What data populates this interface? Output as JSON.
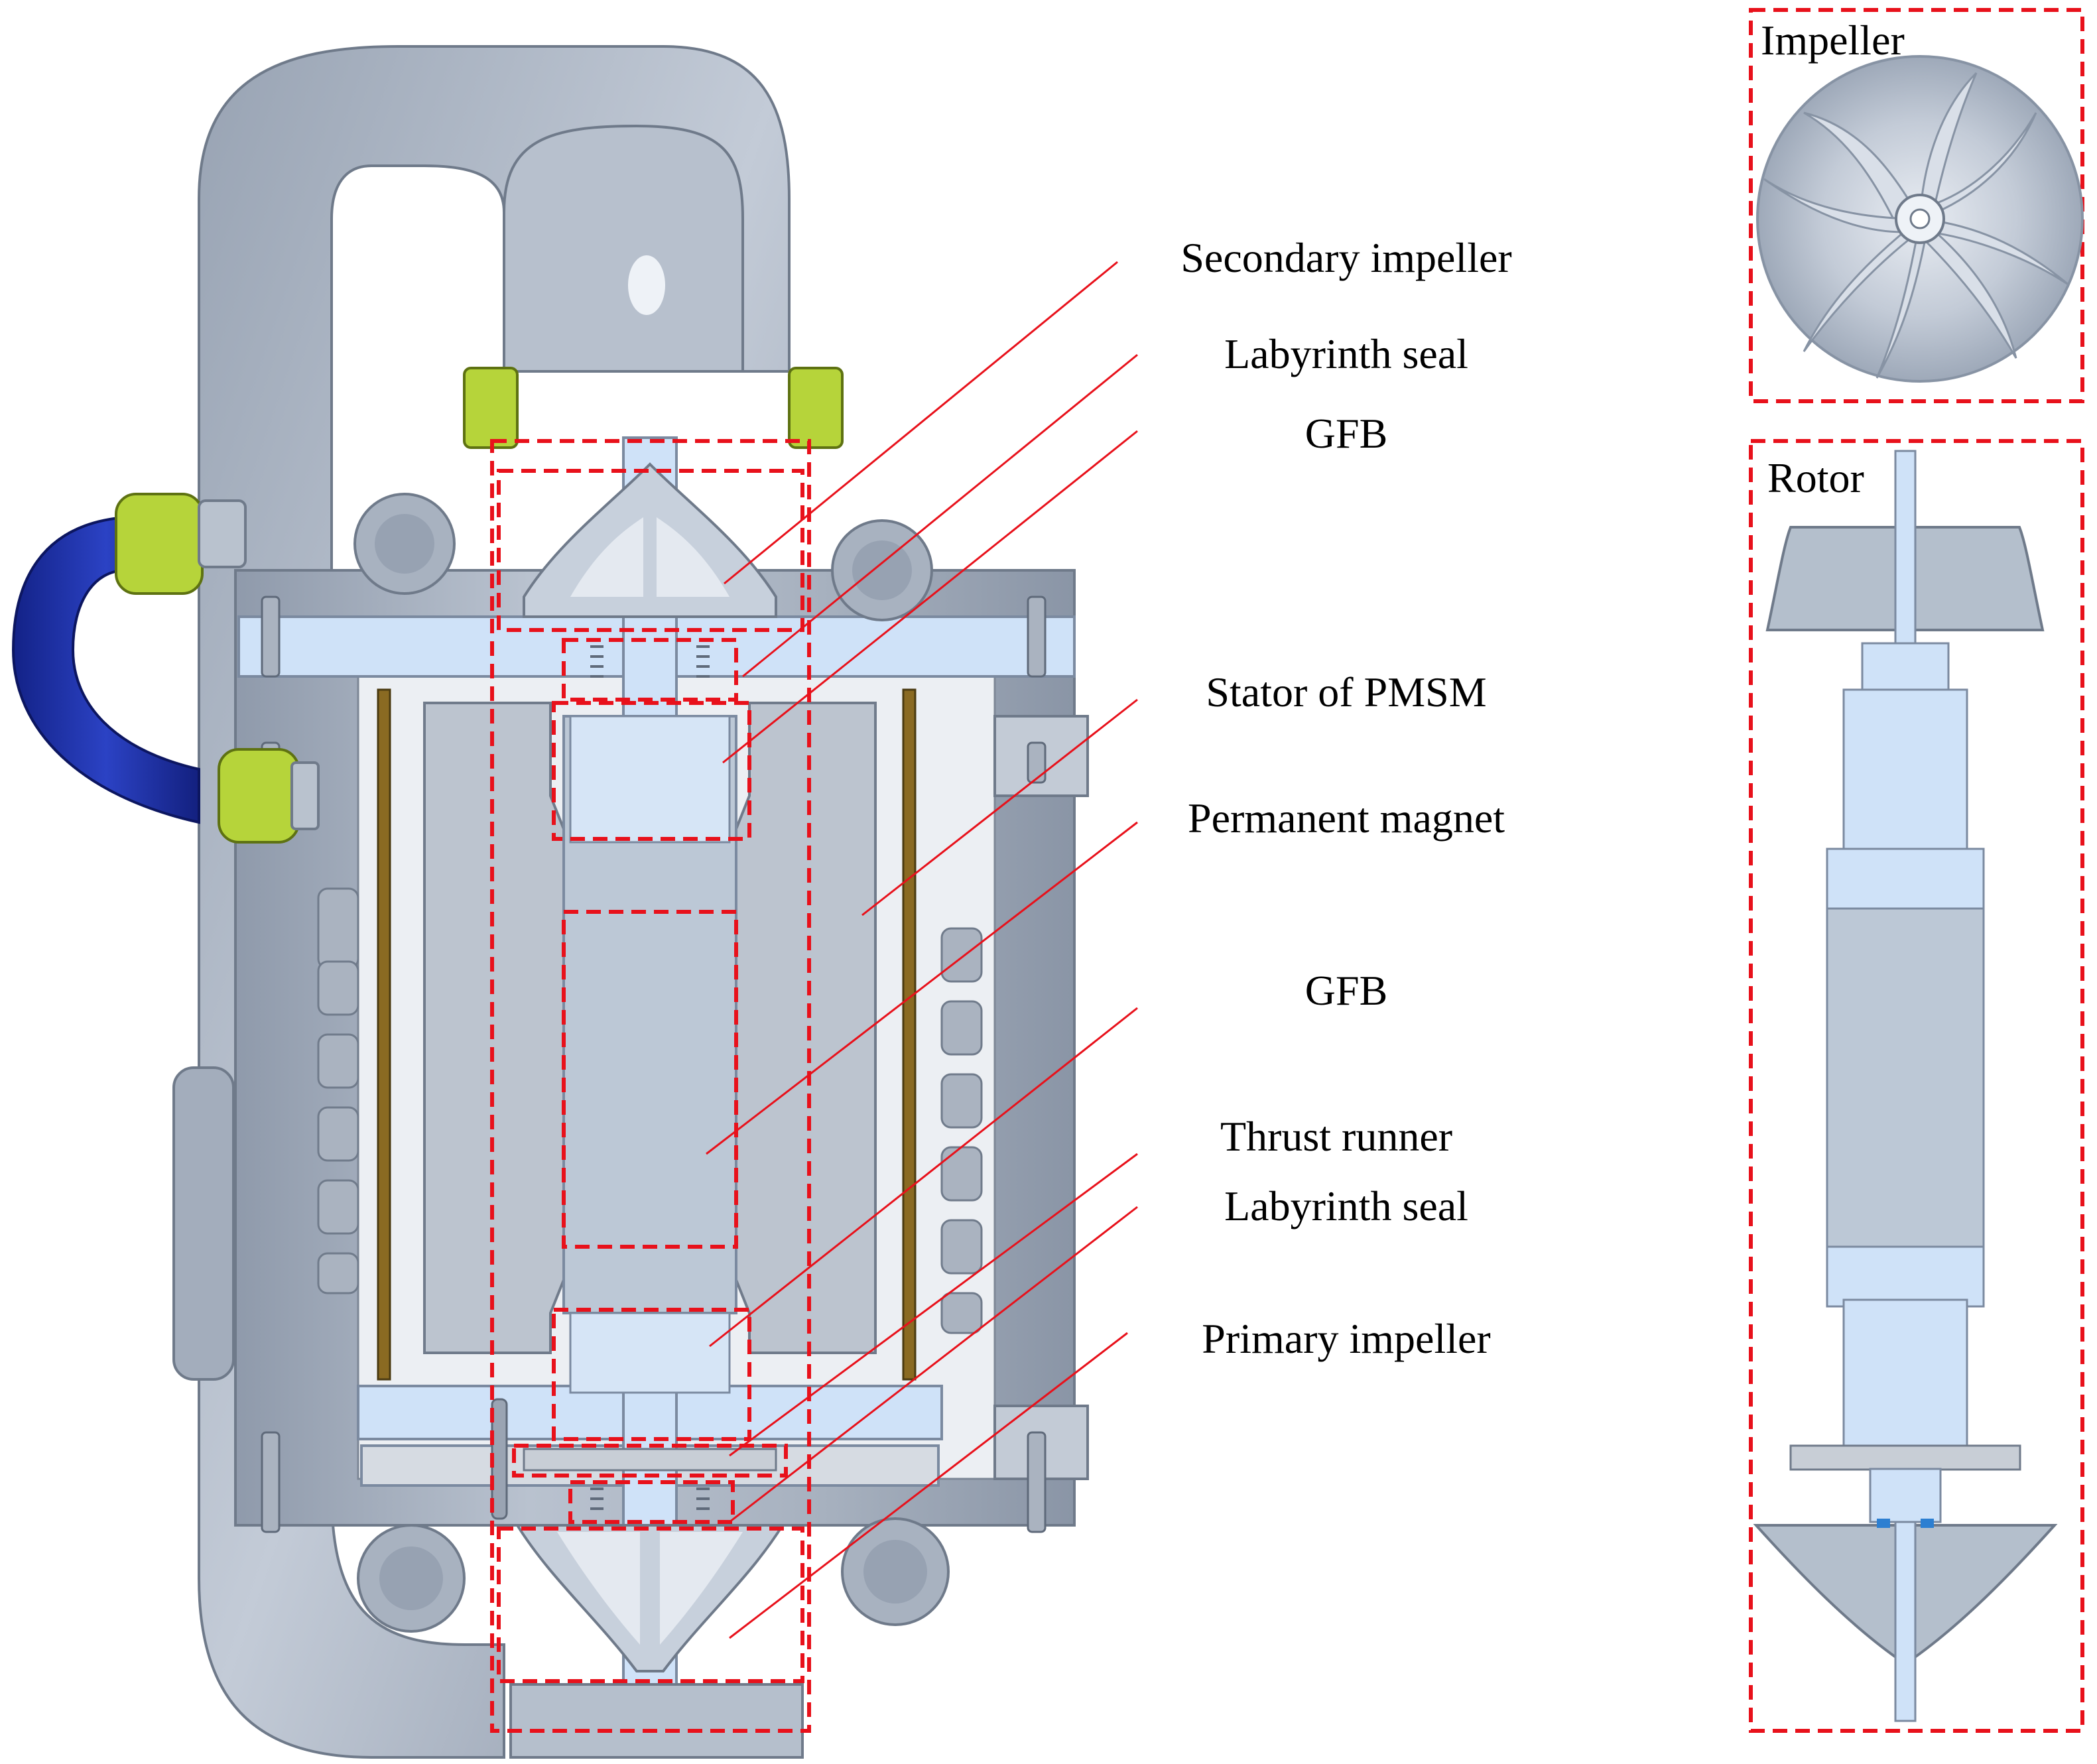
{
  "callouts": [
    {
      "id": "secondary-impeller",
      "text": "Secondary impeller"
    },
    {
      "id": "labyrinth-seal-top",
      "text": "Labyrinth seal"
    },
    {
      "id": "gfb-top",
      "text": "GFB"
    },
    {
      "id": "stator-of-pmsm",
      "text": "Stator of PMSM"
    },
    {
      "id": "permanent-magnet",
      "text": "Permanent magnet"
    },
    {
      "id": "gfb-bottom",
      "text": "GFB"
    },
    {
      "id": "thrust-runner",
      "text": "Thrust runner"
    },
    {
      "id": "labyrinth-seal-bottom",
      "text": "Labyrinth seal"
    },
    {
      "id": "primary-impeller",
      "text": "Primary impeller"
    }
  ],
  "panels": {
    "impeller": {
      "title": "Impeller"
    },
    "rotor": {
      "title": "Rotor"
    }
  },
  "colors": {
    "highlight": "#e8111b",
    "housing": "#a9b3c2",
    "housing_light": "#c7cfdb",
    "section_face": "#d3dbe6",
    "rotor_blue": "#cfe2f8",
    "hose_blue": "#1c2fa0",
    "clamp_green": "#b6d43a",
    "stator": "#bcc4cf",
    "background": "#ffffff"
  }
}
